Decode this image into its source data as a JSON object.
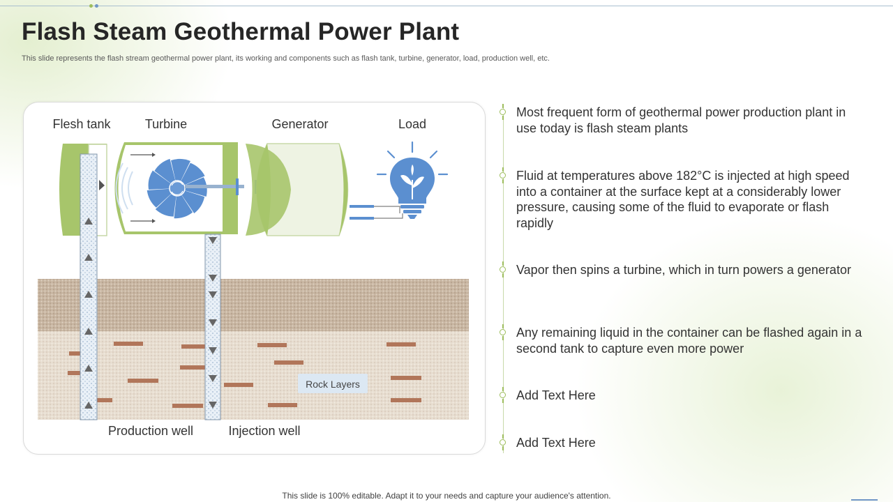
{
  "title": "Flash Steam Geothermal Power Plant",
  "subtitle": "This slide represents the flash stream geothermal power plant, its working and components such as flash tank, turbine, generator, load, production well, etc.",
  "diagram": {
    "labels": {
      "flash_tank": "Flesh tank",
      "turbine": "Turbine",
      "generator": "Generator",
      "load": "Load",
      "production_well": "Production well",
      "injection_well": "Injection well",
      "rock_layers": "Rock Layers"
    },
    "colors": {
      "green": "#a7c56b",
      "blue": "#5b8fd0",
      "soil": "#c1ad98",
      "brick": "#b1765a",
      "well_fill": "#dce8f3"
    }
  },
  "points": [
    {
      "text": "Most frequent form of geothermal power production plant in use today is flash steam plants"
    },
    {
      "text": "Fluid at temperatures above 182°C is injected at high speed into a container at the surface kept at a considerably lower pressure, causing some of the fluid to evaporate or flash rapidly"
    },
    {
      "text": "Vapor then spins a turbine, which in turn powers a generator"
    },
    {
      "text": "Any remaining liquid in the container can be flashed again in a second tank to capture even more power"
    },
    {
      "text": "Add Text Here"
    },
    {
      "text": "Add Text Here"
    }
  ],
  "footer": "This slide is 100% editable. Adapt it to your needs and capture your audience's attention."
}
